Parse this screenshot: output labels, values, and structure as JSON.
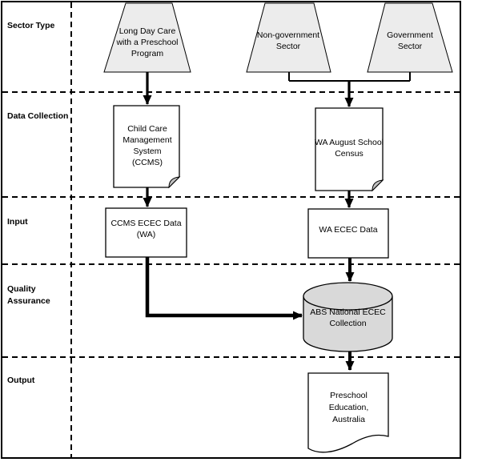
{
  "rows": [
    {
      "label": "Sector Type"
    },
    {
      "label": "Data Collection"
    },
    {
      "label": "Input"
    },
    {
      "label": "Quality\nAssurance"
    },
    {
      "label": "Output"
    }
  ],
  "nodes": {
    "long_day_care": {
      "label": "Long Day Care\nwith a Preschool\nProgram",
      "shape": "trapezoid"
    },
    "non_government": {
      "label": "Non-government\nSector",
      "shape": "trapezoid"
    },
    "government": {
      "label": "Government\nSector",
      "shape": "trapezoid"
    },
    "ccms": {
      "label": "Child Care\nManagement\nSystem\n(CCMS)",
      "shape": "document"
    },
    "wa_census": {
      "label": "WA August School\nCensus",
      "shape": "document"
    },
    "ccms_ecec": {
      "label": "CCMS ECEC Data\n(WA)",
      "shape": "rectangle"
    },
    "wa_ecec": {
      "label": "WA ECEC Data",
      "shape": "rectangle"
    },
    "abs_collection": {
      "label": "ABS National ECEC\nCollection",
      "shape": "cylinder"
    },
    "preschool_pub": {
      "label": "Preschool\nEducation,\nAustralia",
      "shape": "document-wavy"
    }
  },
  "edges": [
    {
      "from": "long_day_care",
      "to": "ccms"
    },
    {
      "from": "non_government",
      "to": "wa_census"
    },
    {
      "from": "government",
      "to": "wa_census"
    },
    {
      "from": "ccms",
      "to": "ccms_ecec"
    },
    {
      "from": "wa_census",
      "to": "wa_ecec"
    },
    {
      "from": "ccms_ecec",
      "to": "abs_collection"
    },
    {
      "from": "wa_ecec",
      "to": "abs_collection"
    },
    {
      "from": "abs_collection",
      "to": "preschool_pub"
    }
  ],
  "colors": {
    "trapezoid_fill": "#ececec",
    "cylinder_fill": "#d9d9d9",
    "fold_fill": "#c0c0c0",
    "shape_white": "#ffffff",
    "line": "#000000",
    "background": "#ffffff"
  }
}
